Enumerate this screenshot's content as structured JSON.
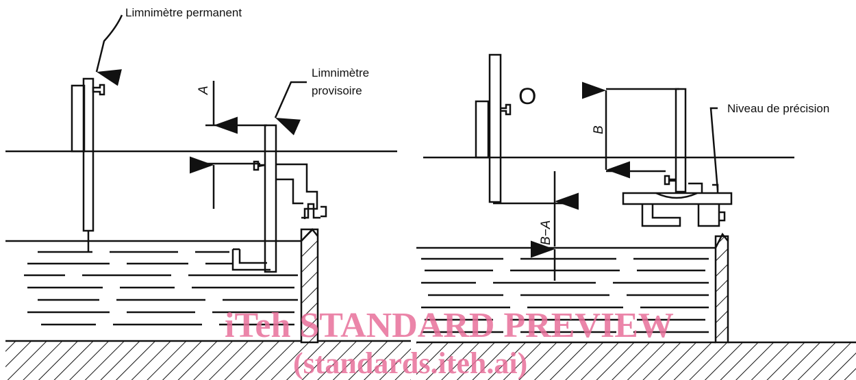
{
  "labels": {
    "limnimetre_permanent": "Limnimètre permanent",
    "limnimetre_provisoire_line1": "Limnimètre",
    "limnimetre_provisoire_line2": "provisoire",
    "niveau_precision": "Niveau de précision",
    "dim_a": "A",
    "dim_b": "B",
    "dim_b_minus_a": "B−A",
    "zero_mark": "O"
  },
  "watermark": {
    "line1": "iTeh STANDARD PREVIEW",
    "line2": "(standards.iteh.ai)",
    "color": "#e8709a"
  }
}
